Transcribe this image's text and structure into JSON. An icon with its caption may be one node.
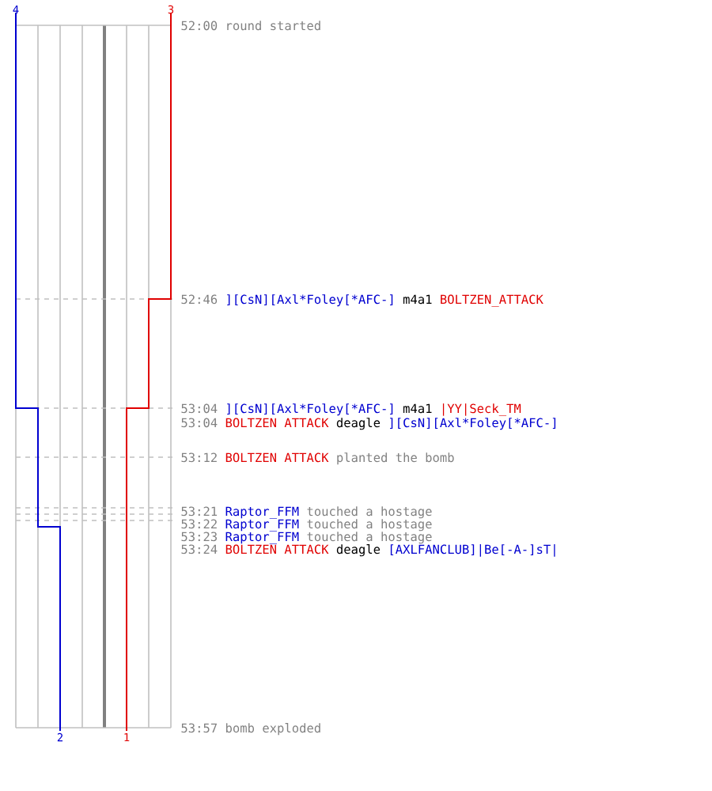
{
  "diagram": {
    "labels": [
      "4",
      "3",
      "52:00",
      "round started",
      "52:46",
      "][CsN][Axl*Foley[*AFC-]",
      "m4a1",
      "BOLTZEN_ATTACK",
      "53:04",
      "][CsN][Axl*Foley[*AFC-]",
      "m4a1",
      "|YY|Seck_TM",
      "53:04",
      "BOLTZEN ATTACK",
      "deagle",
      "][CsN][Axl*Foley[*AFC-]",
      "53:12",
      "BOLTZEN ATTACK",
      "planted the bomb",
      "53:21",
      "Raptor_FFM",
      "touched a hostage",
      "53:22",
      "Raptor_FFM",
      "touched a hostage",
      "53:23",
      "Raptor_FFM",
      "touched a hostage",
      "53:24",
      "BOLTZEN ATTACK",
      "deagle",
      "[AXLFANCLUB]|Be[-A-]sT|",
      "53:57",
      "bomb exploded",
      "2",
      "1"
    ]
  }
}
